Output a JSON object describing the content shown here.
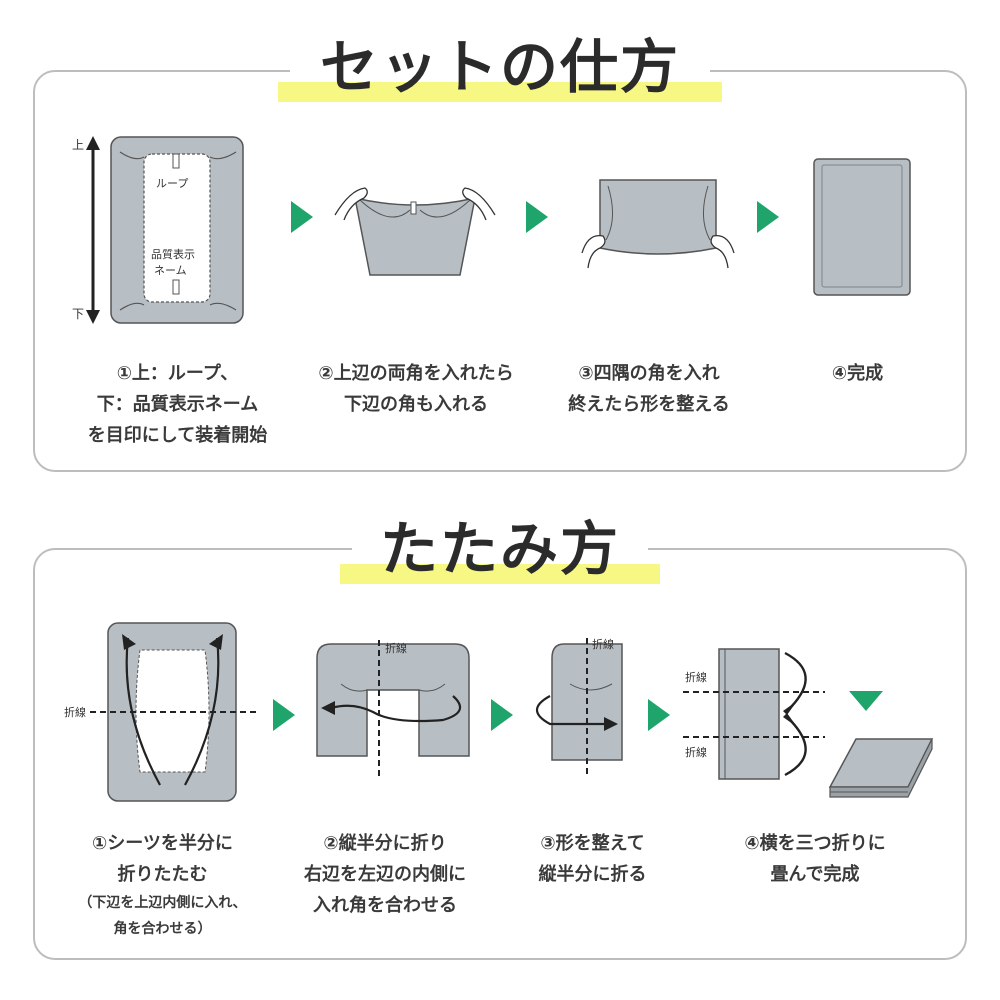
{
  "colors": {
    "accent_green": "#1fa46b",
    "highlight_yellow": "#f7f784",
    "sheet_gray": "#b8bfc4",
    "frame_gray": "#bdbdbd"
  },
  "set_section": {
    "title": "セットの仕方",
    "diagram_labels": {
      "top": "上",
      "bottom": "下",
      "loop": "ループ",
      "tag_line1": "品質表示",
      "tag_line2": "ネーム"
    },
    "steps": [
      {
        "lines": [
          "①上：ループ、",
          "下：品質表示ネーム",
          "を目印にして装着開始"
        ]
      },
      {
        "lines": [
          "②上辺の両角を入れたら",
          "下辺の角も入れる"
        ]
      },
      {
        "lines": [
          "③四隅の角を入れ",
          "終えたら形を整える"
        ]
      },
      {
        "lines": [
          "④完成"
        ]
      }
    ]
  },
  "fold_section": {
    "title": "たたみ方",
    "fold_line_label": "折線",
    "steps": [
      {
        "lines": [
          "①シーツを半分に",
          "折りたたむ"
        ],
        "note_lines": [
          "（下辺を上辺内側に入れ、",
          "角を合わせる）"
        ]
      },
      {
        "lines": [
          "②縦半分に折り",
          "右辺を左辺の内側に",
          "入れ角を合わせる"
        ]
      },
      {
        "lines": [
          "③形を整えて",
          "縦半分に折る"
        ]
      },
      {
        "lines": [
          "④横を三つ折りに",
          "畳んで完成"
        ]
      }
    ]
  }
}
